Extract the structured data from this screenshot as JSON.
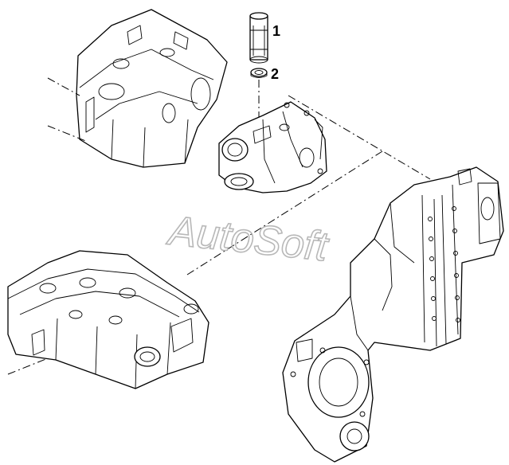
{
  "callouts": [
    {
      "id": "1",
      "label": "1"
    },
    {
      "id": "2",
      "label": "2"
    }
  ],
  "watermark": "AutoSoft"
}
